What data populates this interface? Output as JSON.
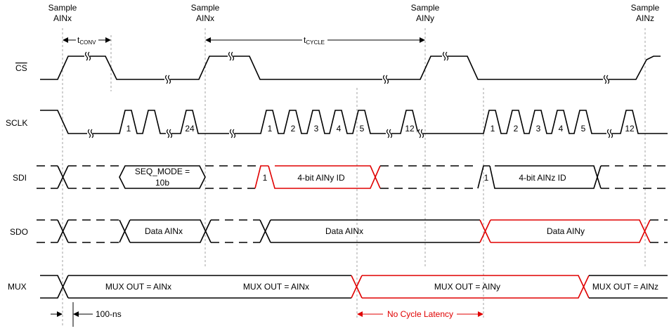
{
  "samples": [
    {
      "line1": "Sample",
      "line2": "AINx"
    },
    {
      "line1": "Sample",
      "line2": "AINx"
    },
    {
      "line1": "Sample",
      "line2": "AINy"
    },
    {
      "line1": "Sample",
      "line2": "AINz"
    }
  ],
  "timing": {
    "tconv": {
      "main": "t",
      "sub": "CONV"
    },
    "tcycle": {
      "main": "t",
      "sub": "CYCLE"
    }
  },
  "signals": {
    "cs": "CS",
    "sclk": "SCLK",
    "sdi": "SDI",
    "sdo": "SDO",
    "mux": "MUX"
  },
  "sclk_labels": {
    "group1": [
      "1",
      "24"
    ],
    "group2": [
      "1",
      "2",
      "3",
      "4",
      "5",
      "12"
    ],
    "group3": [
      "1",
      "2",
      "3",
      "4",
      "5",
      "12"
    ]
  },
  "sdi": {
    "seq_mode_line1": "SEQ_MODE =",
    "seq_mode_line2": "10b",
    "bit1_a": "1",
    "ainy_id": "4-bit AINy ID",
    "bit1_b": "1",
    "ainz_id": "4-bit AINz ID"
  },
  "sdo": {
    "data1": "Data AINx",
    "data2": "Data AINx",
    "data3": "Data AINy"
  },
  "mux": {
    "out1": "MUX OUT = AINx",
    "out2": "MUX OUT = AINx",
    "out3": "MUX OUT = AINy",
    "out4": "MUX OUT = AINz"
  },
  "annotations": {
    "delay": "100-ns",
    "no_latency": "No Cycle Latency"
  },
  "colors": {
    "highlight": "#e00000",
    "signal": "#000000",
    "guide": "#999999"
  }
}
